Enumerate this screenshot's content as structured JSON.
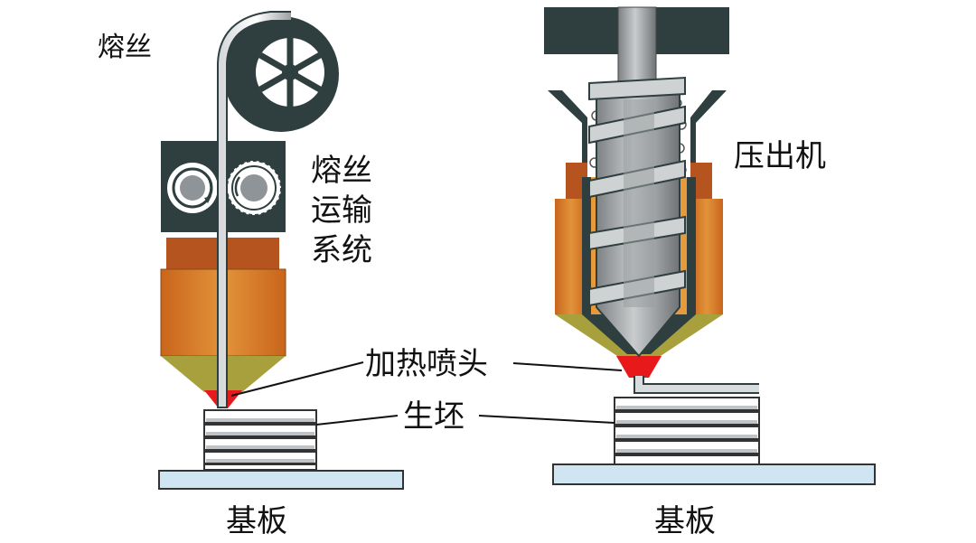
{
  "labels": {
    "filament": "熔丝",
    "feed_system_line1": "熔丝",
    "feed_system_line2": "运输",
    "feed_system_line3": "系统",
    "extruder": "压出机",
    "nozzle": "加热喷头",
    "green_body": "生坯",
    "substrate_left": "基板",
    "substrate_right": "基板"
  },
  "colors": {
    "dark_teal": "#2f3f40",
    "copper": "#b5541e",
    "heater_orange": "#d57a22",
    "nozzle_green": "#a8a03c",
    "nozzle_tip_red": "#e8191b",
    "filament_gray": "#b8bcbf",
    "substrate_blue": "#cfe6f2",
    "screw_gray": "#8f9396"
  },
  "icons": [
    "spool-wheel-icon",
    "drive-gear-icon",
    "idler-roller-icon",
    "auger-screw-icon"
  ]
}
